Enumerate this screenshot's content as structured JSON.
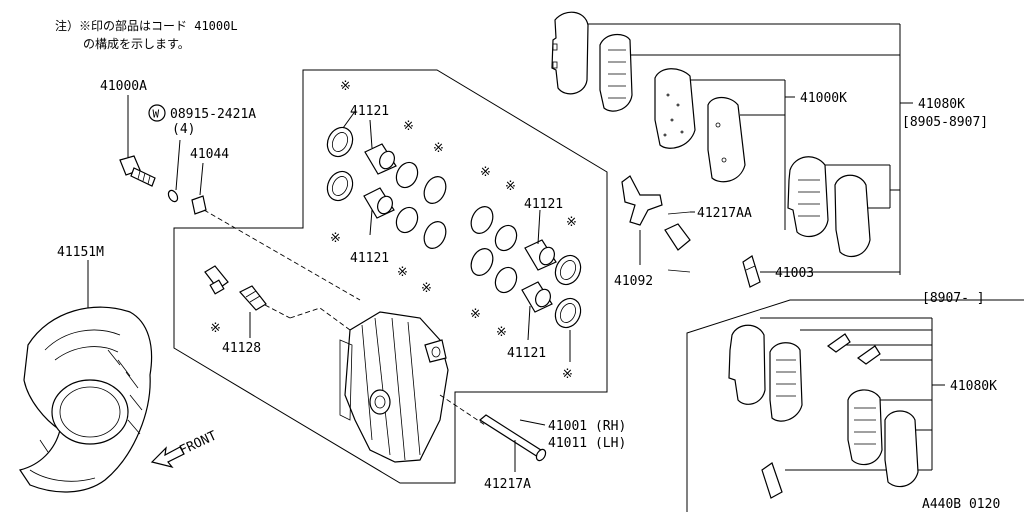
{
  "note": {
    "line1": "注）※印の部品はコード 41000L",
    "line2": "の構成を示します。"
  },
  "labels": {
    "p41000A": "41000A",
    "p08915": "08915-2421A",
    "p08915_w": "W",
    "p08915_qty": "(4)",
    "p41044": "41044",
    "p41151M": "41151M",
    "p41128": "41128",
    "p41121_a": "41121",
    "p41121_b": "41121",
    "p41121_c": "41121",
    "p41121_d": "41121",
    "p41001": "41001 (RH)",
    "p41011": "41011 (LH)",
    "p41217A": "41217A",
    "p41000K": "41000K",
    "p41080K_a": "41080K",
    "date_a": "[8905-8907]",
    "p41217AA": "41217AA",
    "p41092": "41092",
    "p41003": "41003",
    "date_b": "[8907-    ]",
    "p41080K_b": "41080K",
    "front": "FRONT",
    "code": "A440B 0120"
  },
  "icons": {
    "asterisk": "※"
  }
}
